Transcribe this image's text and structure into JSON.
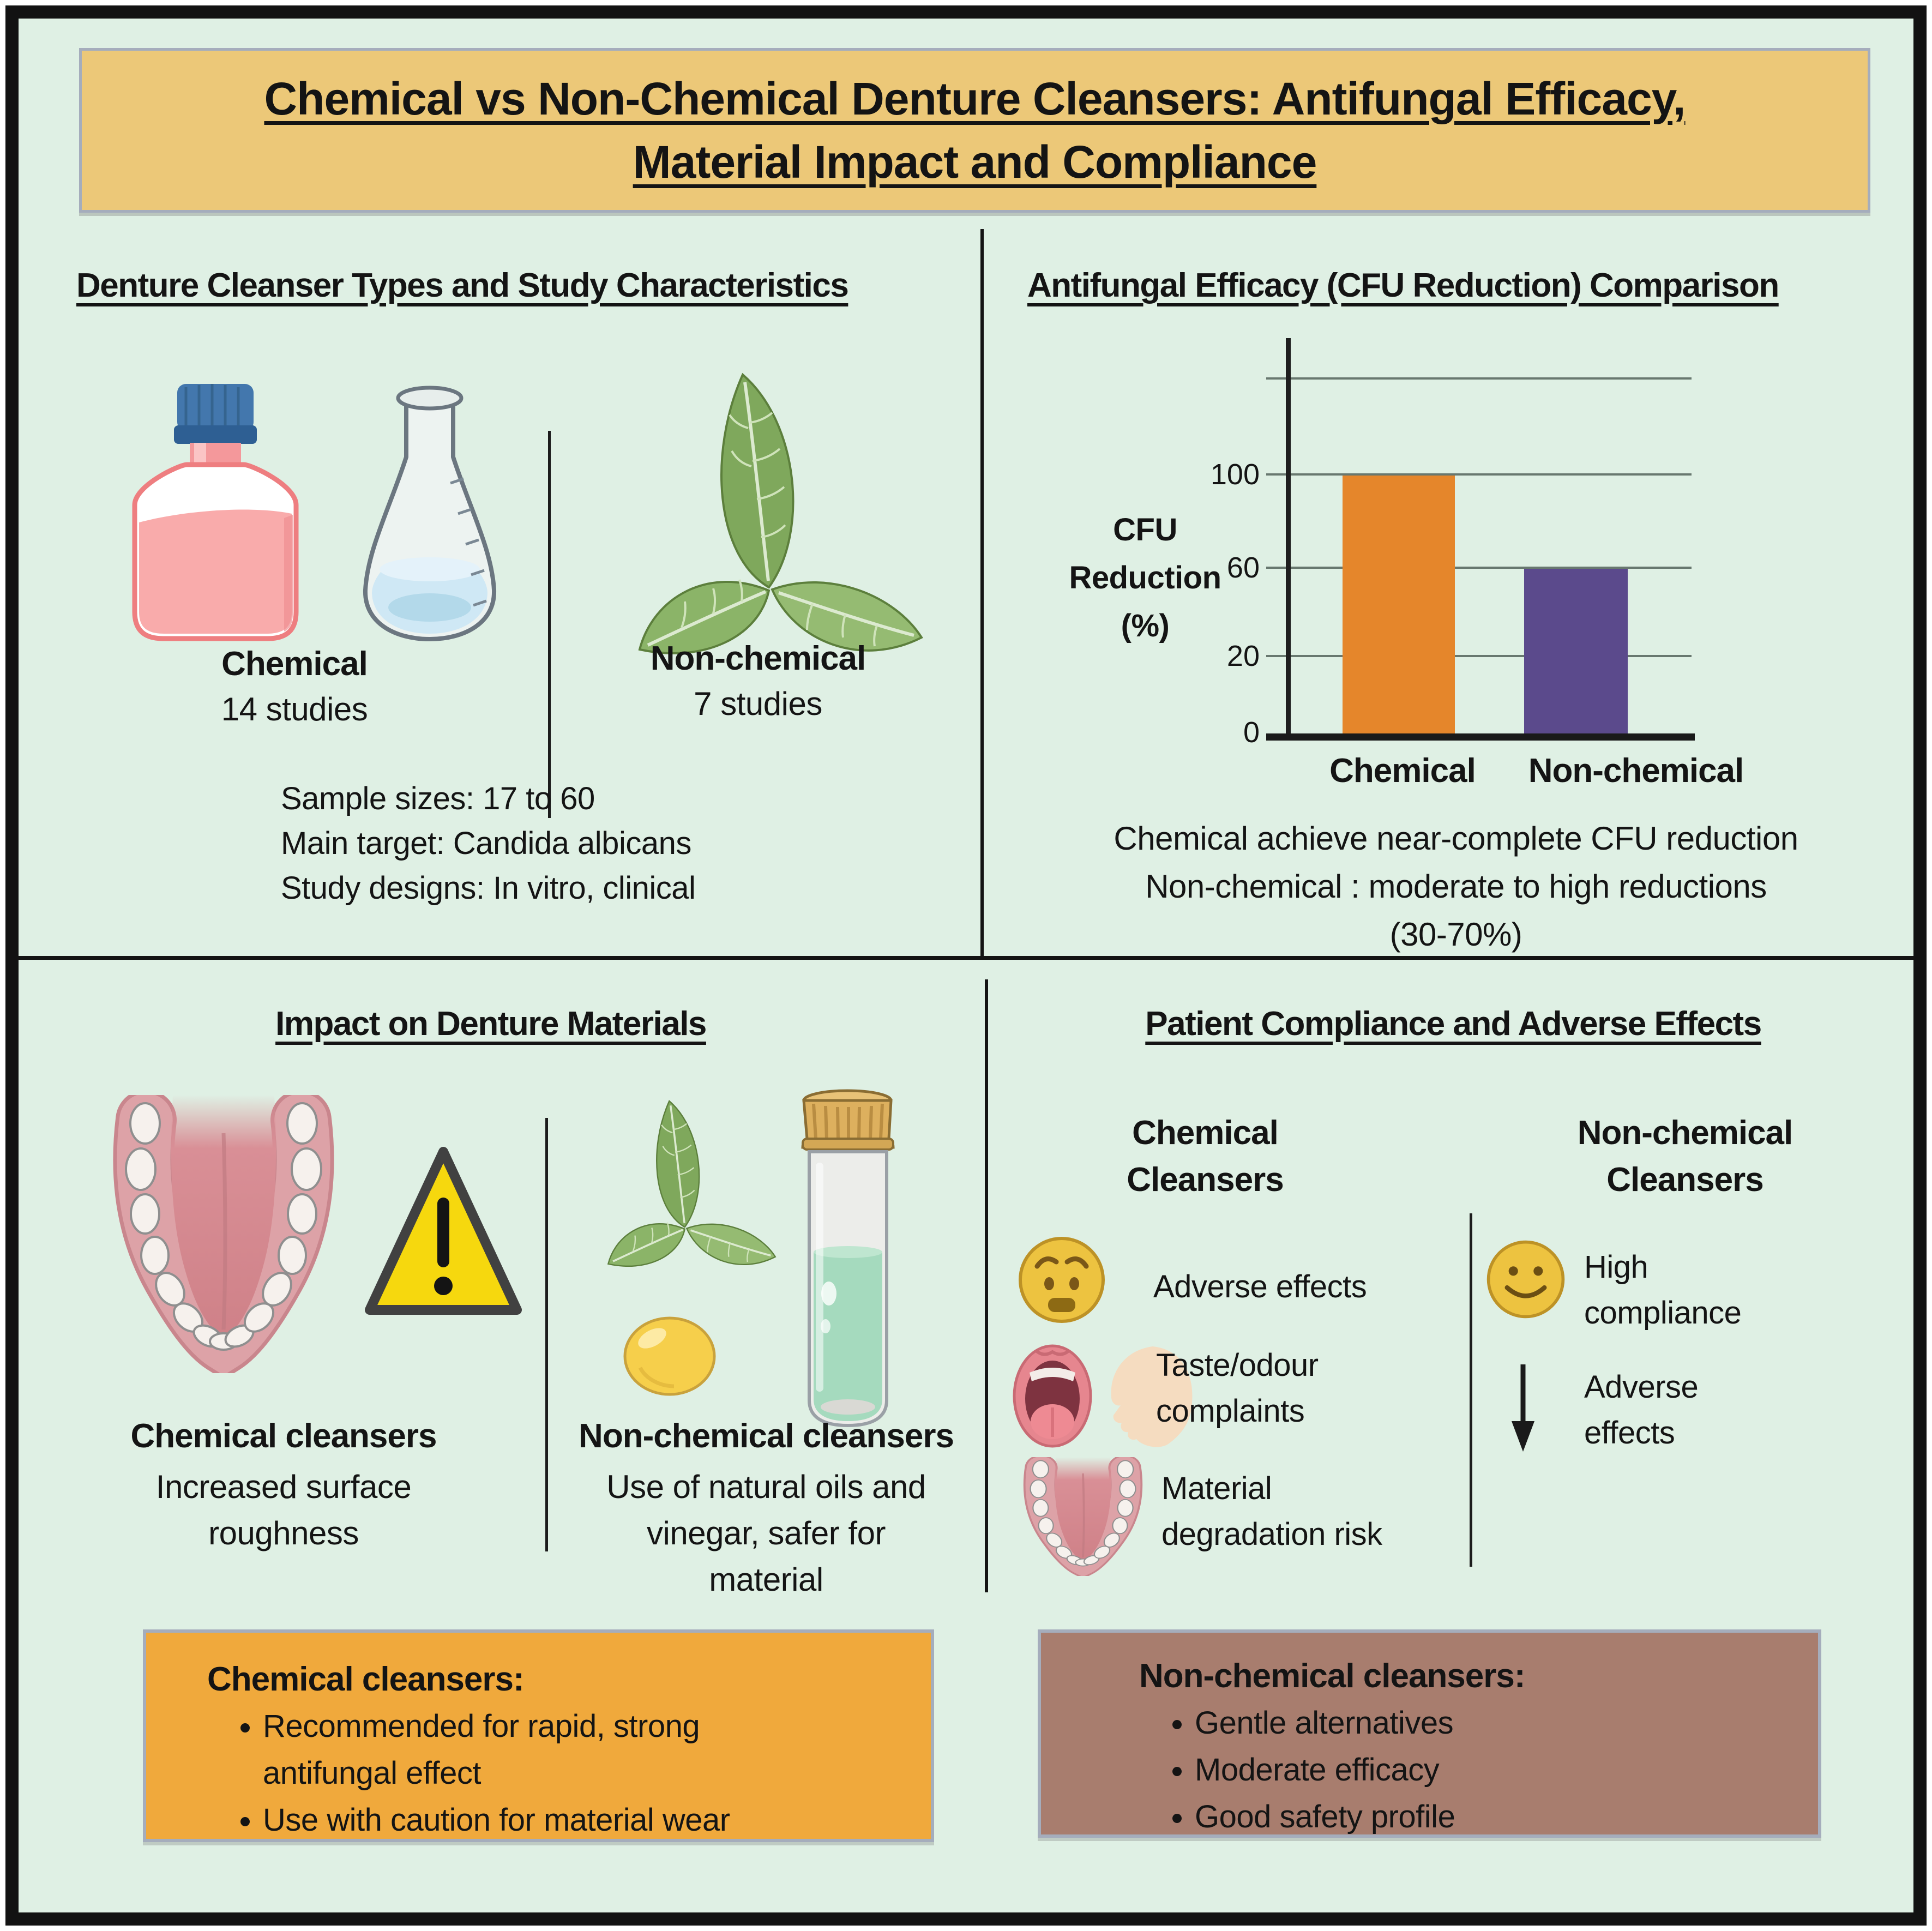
{
  "title": {
    "line1": "Chemical vs Non-Chemical Denture Cleansers: Antifungal Efficacy,",
    "line2": "Material Impact and Compliance"
  },
  "colors": {
    "background": "#dff0e4",
    "banner": "#ecc878",
    "bar_chemical": "#e5862b",
    "bar_nonchemical": "#5b4a8c",
    "box_chemical": "#f0a93c",
    "box_nonchemical": "#a87d6e"
  },
  "sections": {
    "types": {
      "heading": "Denture Cleanser Types and Study Characteristics",
      "chemical_label": "Chemical",
      "chemical_count": "14 studies",
      "nonchemical_label": "Non-chemical",
      "nonchemical_count": "7 studies",
      "info_lines": "Sample sizes: 17 to 60\nMain target: Candida albicans\nStudy designs: In vitro, clinical"
    },
    "efficacy": {
      "heading": "Antifungal Efficacy (CFU Reduction) Comparison",
      "caption": "Chemical achieve near-complete CFU reduction\nNon-chemical : moderate to high reductions\n(30-70%)"
    },
    "materials": {
      "heading": "Impact on Denture Materials",
      "chemical_label": "Chemical cleansers",
      "chemical_desc": "Increased surface\nroughness",
      "nonchemical_label": "Non-chemical cleansers",
      "nonchemical_desc": "Use of natural oils and\nvinegar, safer for\nmaterial"
    },
    "compliance": {
      "heading": "Patient Compliance and Adverse Effects",
      "chemical_heading": "Chemical\nCleansers",
      "nonchemical_heading": "Non-chemical\nCleansers",
      "chemical_items": [
        "Adverse effects",
        "Taste/odour\ncomplaints",
        "Material\ndegradation risk"
      ],
      "nonchemical_items": [
        "High\ncompliance",
        "Adverse\neffects"
      ]
    }
  },
  "summary_boxes": {
    "chemical": {
      "heading": "Chemical cleansers:",
      "bullets": [
        "Recommended for rapid, strong antifungal effect",
        "Use with caution for material wear"
      ]
    },
    "nonchemical": {
      "heading": "Non-chemical cleansers:",
      "bullets": [
        "Gentle alternatives",
        "Moderate efficacy",
        "Good safety profile"
      ]
    }
  },
  "chart_data": {
    "type": "bar",
    "title": "Antifungal Efficacy (CFU Reduction) Comparison",
    "categories": [
      "Chemical",
      "Non-chemical"
    ],
    "values": [
      100,
      60
    ],
    "colors": [
      "#e5862b",
      "#5b4a8c"
    ],
    "ylabel": "CFU\nReduction\n(%)",
    "yticks": [
      0,
      20,
      60,
      100
    ],
    "ylim": [
      0,
      140
    ],
    "grid": true,
    "legend": false,
    "annotation": "Chemical achieve near-complete CFU reduction; Non-chemical : moderate to high reductions (30-70%)"
  },
  "icons": {
    "chemical_bottle": "bottle-icon",
    "lab_flask": "flask-icon",
    "mint_leaves": "leaves-icon",
    "denture": "denture-icon",
    "warning": "warning-triangle-icon",
    "oil_capsule": "capsule-icon",
    "vial": "vial-icon",
    "anxious_face": "anxious-emoji-icon",
    "mouth_and_face": "mouth-face-icon",
    "smiley_face": "smiley-icon",
    "down_arrow": "down-arrow-icon"
  }
}
